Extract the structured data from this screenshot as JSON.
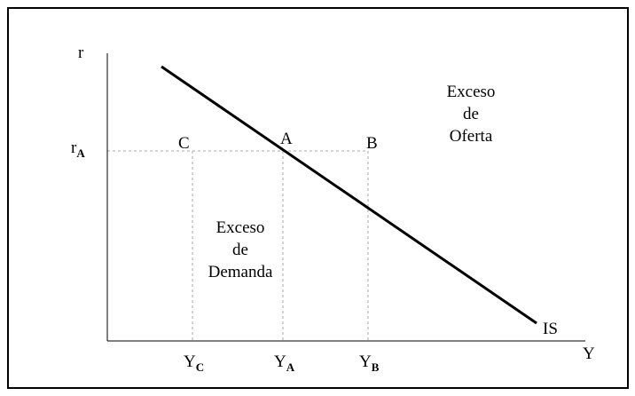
{
  "diagram": {
    "axis_y_label": "r",
    "axis_x_label": "Y",
    "r_label_main": "r",
    "r_label_sub": "A",
    "points": {
      "c": "C",
      "a": "A",
      "b": "B"
    },
    "x_ticks": [
      {
        "main": "Y",
        "sub": "C"
      },
      {
        "main": "Y",
        "sub": "A"
      },
      {
        "main": "Y",
        "sub": "B"
      }
    ],
    "excess_supply": [
      "Exceso",
      "de",
      "Oferta"
    ],
    "excess_demand": [
      "Exceso",
      "de",
      "Demanda"
    ],
    "curve_label": "IS"
  }
}
